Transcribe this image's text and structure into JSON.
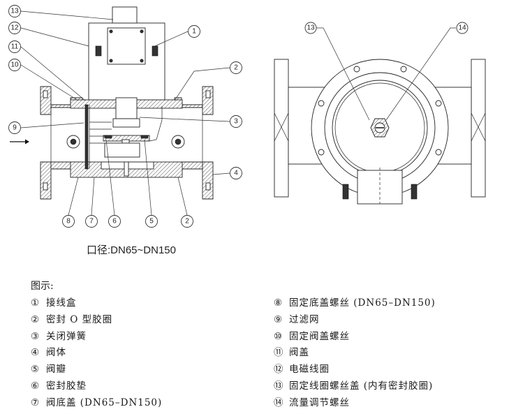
{
  "left_view": {
    "name": "cross-section-view",
    "callouts": [
      "13",
      "12",
      "11",
      "10",
      "9",
      "1",
      "2",
      "3",
      "4",
      "8",
      "7",
      "6",
      "5",
      "2"
    ],
    "flow_arrow": "flow-direction-arrow"
  },
  "right_view": {
    "name": "end-view",
    "callouts": [
      "13",
      "14"
    ]
  },
  "caliber_label": "口径:DN65~DN150",
  "legend": {
    "title": "图示:",
    "left_items": [
      {
        "num": "①",
        "label": "接线盒"
      },
      {
        "num": "②",
        "label": "密封 O 型胶圈"
      },
      {
        "num": "③",
        "label": "关闭弹簧"
      },
      {
        "num": "④",
        "label": "阀体"
      },
      {
        "num": "⑤",
        "label": "阀瓣"
      },
      {
        "num": "⑥",
        "label": "密封胶垫"
      },
      {
        "num": "⑦",
        "label": "阀底盖 (DN65–DN150)"
      }
    ],
    "right_items": [
      {
        "num": "⑧",
        "label": "固定底盖螺丝 (DN65–DN150)"
      },
      {
        "num": "⑨",
        "label": "过滤网"
      },
      {
        "num": "⑩",
        "label": "固定阀盖螺丝"
      },
      {
        "num": "⑪",
        "label": "阀盖"
      },
      {
        "num": "⑫",
        "label": "电磁线圈"
      },
      {
        "num": "⑬",
        "label": "固定线圈螺丝盖 (内有密封胶圈)"
      },
      {
        "num": "⑭",
        "label": "流量调节螺丝"
      }
    ]
  }
}
